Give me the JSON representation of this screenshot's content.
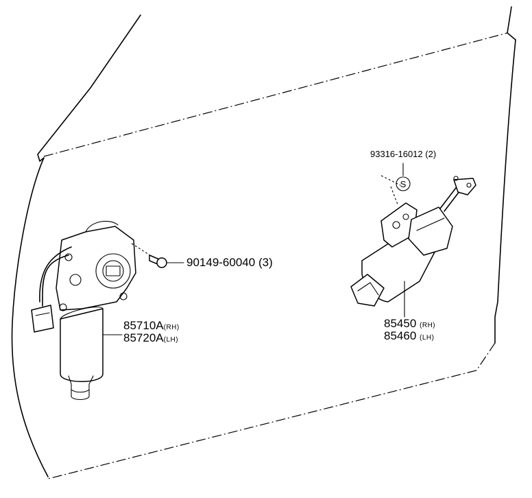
{
  "parts": {
    "screw": {
      "number": "90149-60040",
      "qty": "(3)"
    },
    "regulator_motor": {
      "number_rh": "85710A",
      "side_rh": "(RH)",
      "number_lh": "85720A",
      "side_lh": "(LH)"
    },
    "clip": {
      "number": "93316-16012",
      "qty": "(2)",
      "symbol": "S"
    },
    "lock_actuator": {
      "number_rh": "85450",
      "side_rh": "(RH)",
      "number_lh": "85460",
      "side_lh": "(LH)"
    }
  }
}
